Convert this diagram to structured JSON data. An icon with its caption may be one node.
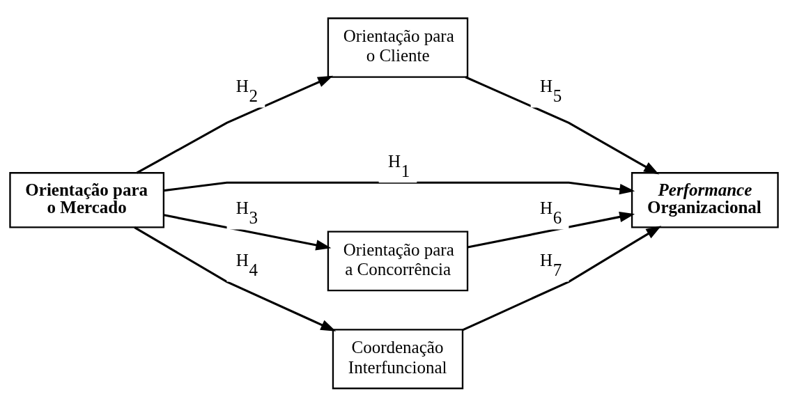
{
  "diagram": {
    "nodes": [
      {
        "text": [
          "Orientação para o Mercado"
        ]
      },
      {
        "text": [
          "Orientação para o Cliente"
        ]
      },
      {
        "text": [
          "*Performance* Organizacional"
        ]
      },
      {
        "text": [
          "Orientação para a Concorrência"
        ]
      },
      {
        "text": [
          "Coordenação Interfuncional"
        ]
      }
    ],
    "edges": [
      {
        "from": 0,
        "to": 1,
        "arrow": "to",
        "label": "H$_{2}$"
      },
      {
        "from": 0,
        "to": 2,
        "arrow": "to",
        "label": "H$_{1}$"
      },
      {
        "from": 0,
        "to": 3,
        "arrow": "to",
        "label": "H$_{3}$"
      },
      {
        "from": 0,
        "to": 4,
        "arrow": "to",
        "label": "H$_{4}$"
      },
      {
        "from": 1,
        "to": 2,
        "arrow": "to",
        "label": "H$_{5}$"
      },
      {
        "from": 3,
        "to": 2,
        "arrow": "to",
        "label": "H$_{6}$"
      },
      {
        "from": 4,
        "to": 2,
        "arrow": "to",
        "label": "H$_{7}$"
      }
    ]
  }
}
